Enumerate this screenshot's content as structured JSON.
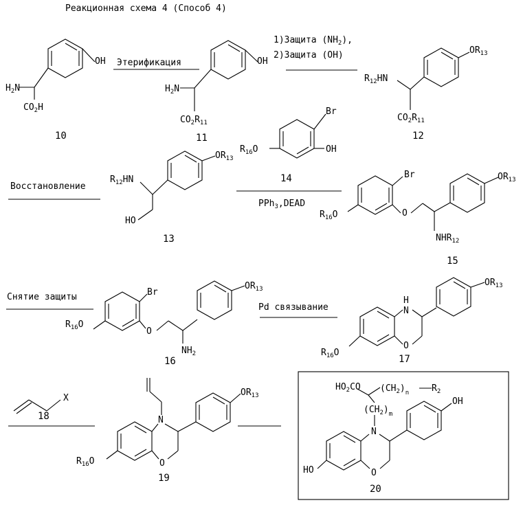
{
  "title": "Реакционная схема 4 (Способ 4)",
  "steps": {
    "esterification": "Этерификация",
    "protect_nh2": "1)Защита (NH",
    "protect_nh2_sub": "2",
    "protect_nh2_end": "),",
    "protect_oh": "2)Защита (OH)",
    "reduction": "Восстановление",
    "mitsunobu_a": "PPh",
    "mitsunobu_sub": "3",
    "mitsunobu_b": ",DEAD",
    "deprotection": "Снятие защиты",
    "pd_coupling": "Pd связывание"
  },
  "compounds": [
    "10",
    "11",
    "12",
    "13",
    "14",
    "15",
    "16",
    "17",
    "18",
    "19",
    "20"
  ],
  "atoms": {
    "OH": "OH",
    "Br": "Br",
    "H2N": "H",
    "N": "N",
    "H": "H",
    "O": "O",
    "X": "X",
    "HO": "HO",
    "R": "R",
    "CO": "CO",
    "NH": "NH",
    "CH": "CH"
  },
  "subs": {
    "2": "2",
    "11": "11",
    "12": "12",
    "13": "13",
    "16": "16",
    "m": "m",
    "n": "n"
  }
}
